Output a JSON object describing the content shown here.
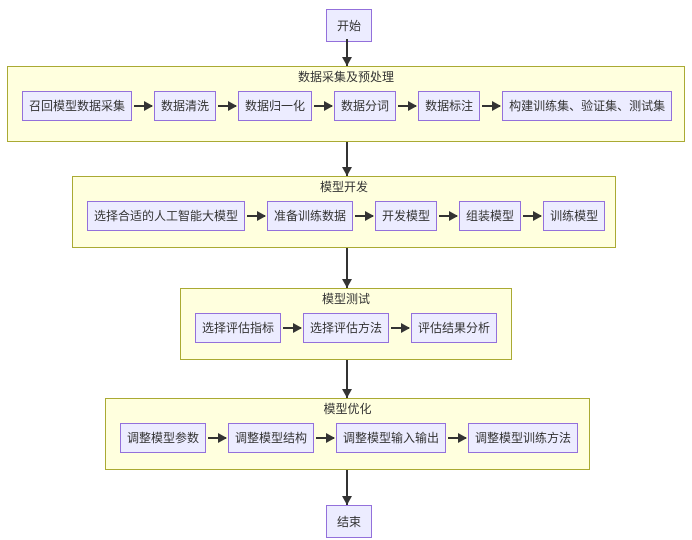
{
  "diagram": {
    "type": "flowchart-top-down",
    "start_label": "开始",
    "end_label": "结束",
    "groups": [
      {
        "title": "数据采集及预处理",
        "nodes": [
          "召回模型数据采集",
          "数据清洗",
          "数据归一化",
          "数据分词",
          "数据标注",
          "构建训练集、验证集、测试集"
        ]
      },
      {
        "title": "模型开发",
        "nodes": [
          "选择合适的人工智能大模型",
          "准备训练数据",
          "开发模型",
          "组装模型",
          "训练模型"
        ]
      },
      {
        "title": "模型测试",
        "nodes": [
          "选择评估指标",
          "选择评估方法",
          "评估结果分析"
        ]
      },
      {
        "title": "模型优化",
        "nodes": [
          "调整模型参数",
          "调整模型结构",
          "调整模型输入输出",
          "调整模型训练方法"
        ]
      }
    ],
    "colors": {
      "node_fill": "#ECECFF",
      "node_border": "#9370DB",
      "group_fill": "#FFFFDE",
      "group_border": "#AAAA33",
      "arrow": "#333333",
      "text": "#333333",
      "background": "#FFFFFF"
    }
  }
}
